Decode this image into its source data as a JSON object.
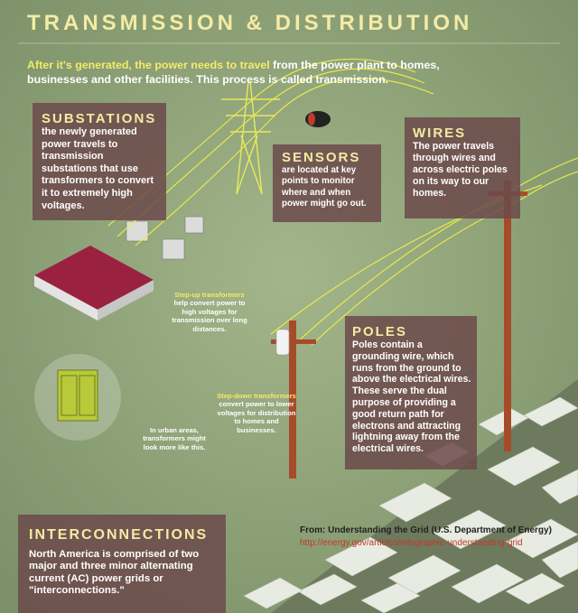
{
  "title": "TRANSMISSION & DISTRIBUTION",
  "intro": {
    "highlight": "After it's generated, the power needs to travel",
    "rest": " from the power plant to homes, businesses and other facilities. This process is called transmission."
  },
  "substations": {
    "heading": "SUBSTATIONS",
    "body": "the newly generated power travels to transmission substations that use transformers to convert it to extremely high voltages."
  },
  "sensors": {
    "heading": "SENSORS",
    "body": "are located at key points to monitor where and when power might go out."
  },
  "wires": {
    "heading": "WIRES",
    "body": "The power travels through wires and across electric poles on its way to our homes."
  },
  "poles": {
    "heading": "POLES",
    "body": "Poles contain a grounding wire, which runs from the ground to above the electrical wires. These serve the dual purpose of providing a good return path for electrons and attracting lightning away from the electrical wires."
  },
  "interconnections": {
    "heading": "INTERCONNECTIONS",
    "body": "North America is comprised of two major and three minor alternating current (AC) power grids or \"interconnections.\""
  },
  "notes": {
    "step_up_highlight": "Step-up transformers",
    "step_up_rest": " help convert power to high voltages for transmission over long distances.",
    "step_down_highlight": "Step-down transformers",
    "step_down_rest": " convert power to lower voltages for distribution to homes and businesses.",
    "urban": "In urban areas, transformers might look more like this."
  },
  "credit": {
    "source": "From: Understanding the Grid (U.S. Department of Energy)",
    "url": "http://energy.gov/articles/infographic-understanding-grid"
  },
  "colors": {
    "background": "#8b9e75",
    "box": "#6c4a4a",
    "heading": "#f4eba4",
    "wire": "#e8e84a",
    "pole": "#a64b2a"
  }
}
